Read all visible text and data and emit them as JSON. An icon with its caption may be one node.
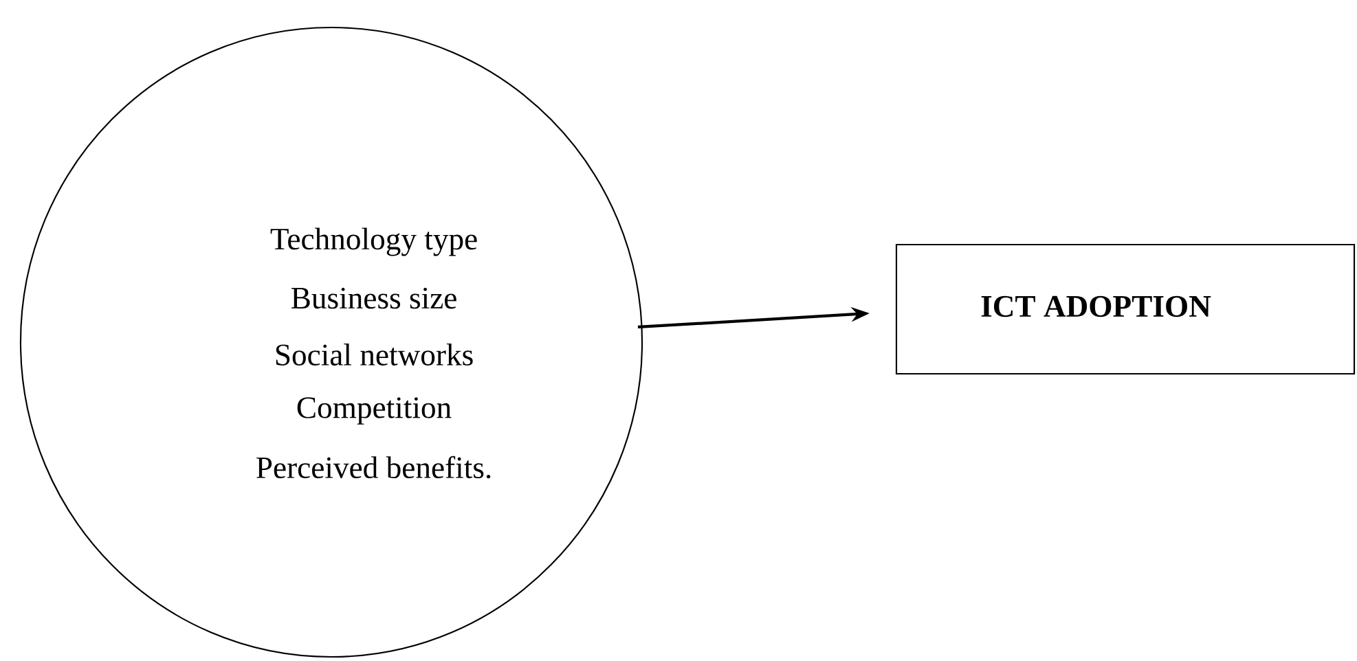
{
  "diagram": {
    "nodes": [
      {
        "text": [
          "Technology type",
          "Business size",
          "Social networks",
          "Competition",
          "Perceived benefits."
        ]
      },
      {
        "text": [
          "ICT ADOPTION"
        ]
      }
    ],
    "edges": [
      {
        "from": 0,
        "to": 1,
        "arrow": "to"
      }
    ]
  }
}
